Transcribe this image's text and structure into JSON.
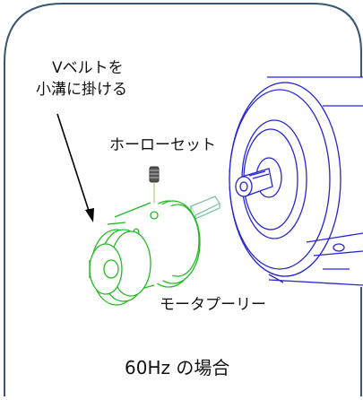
{
  "labels": {
    "v_belt_line1": "Vベルトを",
    "v_belt_line2": "小溝に掛ける",
    "set_screw": "ホーローセット",
    "motor_pulley": "モータプーリー",
    "caption": "60Hz の場合"
  },
  "colors": {
    "frame": "#3a5577",
    "motor": "#2626d0",
    "pulley": "#22bb22",
    "key": "#7fc0ad",
    "screw": "#333333",
    "arrow": "#000000"
  },
  "icons": {
    "arrow": "arrow-down-left",
    "screw": "set-screw",
    "pulley": "motor-pulley",
    "motor": "motor-housing"
  }
}
